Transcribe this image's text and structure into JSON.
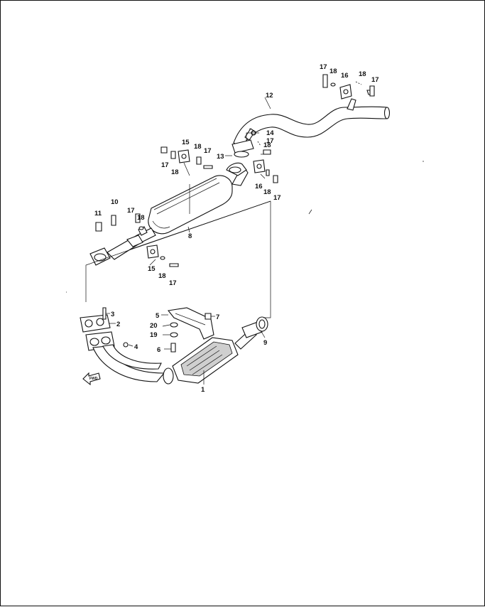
{
  "diagram": {
    "callouts": [
      {
        "id": "c1",
        "text": "1"
      },
      {
        "id": "c2",
        "text": "2"
      },
      {
        "id": "c3",
        "text": "3"
      },
      {
        "id": "c4",
        "text": "4"
      },
      {
        "id": "c5",
        "text": "5"
      },
      {
        "id": "c6",
        "text": "6"
      },
      {
        "id": "c7",
        "text": "7"
      },
      {
        "id": "c8",
        "text": "8"
      },
      {
        "id": "c9",
        "text": "9"
      },
      {
        "id": "c10",
        "text": "10"
      },
      {
        "id": "c11",
        "text": "11"
      },
      {
        "id": "c12",
        "text": "12"
      },
      {
        "id": "c13",
        "text": "13"
      },
      {
        "id": "c14",
        "text": "14"
      },
      {
        "id": "c15a",
        "text": "15"
      },
      {
        "id": "c15b",
        "text": "15"
      },
      {
        "id": "c16a",
        "text": "16"
      },
      {
        "id": "c16b",
        "text": "16"
      },
      {
        "id": "c17a",
        "text": "17"
      },
      {
        "id": "c17b",
        "text": "17"
      },
      {
        "id": "c17c",
        "text": "17"
      },
      {
        "id": "c17d",
        "text": "17"
      },
      {
        "id": "c17e",
        "text": "17"
      },
      {
        "id": "c17f",
        "text": "17"
      },
      {
        "id": "c17g",
        "text": "17"
      },
      {
        "id": "c17h",
        "text": "17"
      },
      {
        "id": "c18a",
        "text": "18"
      },
      {
        "id": "c18b",
        "text": "18"
      },
      {
        "id": "c18c",
        "text": "18"
      },
      {
        "id": "c18d",
        "text": "18"
      },
      {
        "id": "c18e",
        "text": "18"
      },
      {
        "id": "c18f",
        "text": "18"
      },
      {
        "id": "c18g",
        "text": "18"
      },
      {
        "id": "c18h",
        "text": "18"
      },
      {
        "id": "c19",
        "text": "19"
      },
      {
        "id": "c20",
        "text": "20"
      }
    ],
    "front_marker": "FWD"
  }
}
